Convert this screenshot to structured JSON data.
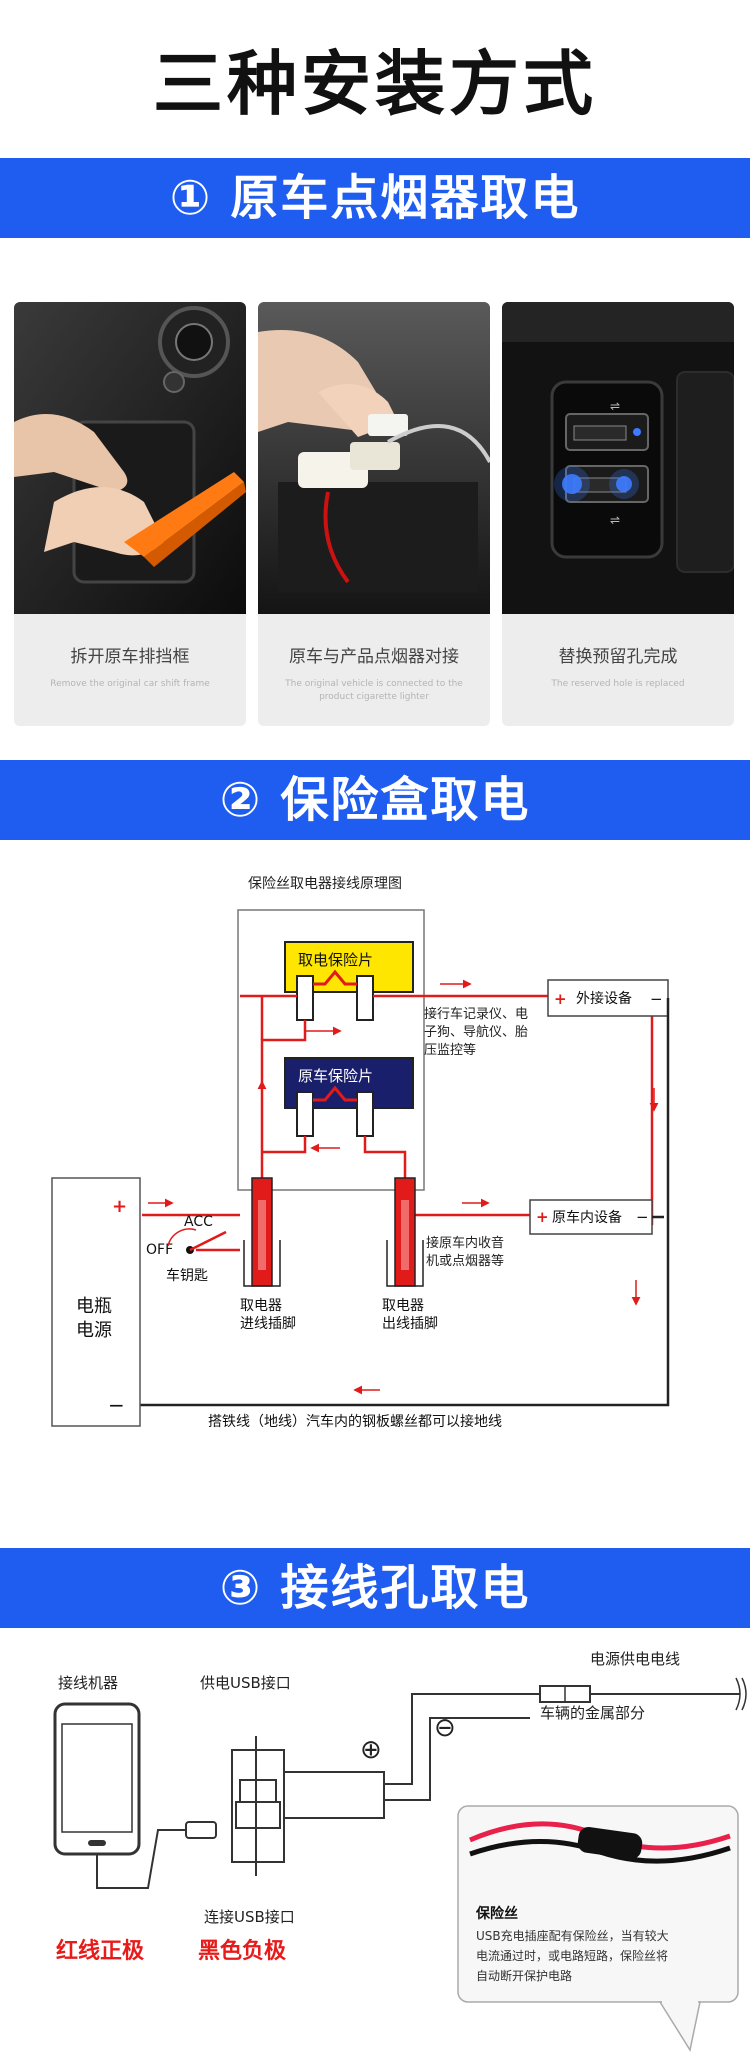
{
  "main_title": "三种安装方式",
  "sections": [
    {
      "num": "①",
      "title": "原车点烟器取电"
    },
    {
      "num": "②",
      "title": "保险盒取电"
    },
    {
      "num": "③",
      "title": "接线孔取电"
    }
  ],
  "steps": [
    {
      "caption": "拆开原车排挡框",
      "caption_en": "Remove the original car shift frame"
    },
    {
      "caption": "原车与产品点烟器对接",
      "caption_en": "The original vehicle is connected to the product cigarette lighter"
    },
    {
      "caption": "替换预留孔完成",
      "caption_en": "The reserved hole is replaced"
    }
  ],
  "fuse_diagram": {
    "title": "保险丝取电器接线原理图",
    "fuse_top": "取电保险片",
    "fuse_bottom": "原车保险片",
    "external_device": "外接设备",
    "external_desc_1": "接行车记录仪、电",
    "external_desc_2": "子狗、导航仪、胎",
    "external_desc_3": "压监控等",
    "internal_device": "原车内设备",
    "internal_desc_1": "接原车内收音",
    "internal_desc_2": "机或点烟器等",
    "acc": "ACC",
    "off": "OFF",
    "key": "车钥匙",
    "battery_1": "电瓶",
    "battery_2": "电源",
    "in_pin_1": "取电器",
    "in_pin_2": "进线插脚",
    "out_pin_1": "取电器",
    "out_pin_2": "出线插脚",
    "ground": "搭铁线（地线）汽车内的钢板螺丝都可以接地线",
    "plus": "+",
    "minus": "−"
  },
  "wiring_diagram": {
    "device": "接线机器",
    "usb_supply": "供电USB接口",
    "usb_connect": "连接USB接口",
    "power_wire": "电源供电电线",
    "metal_part": "车辆的金属部分",
    "red_label": "红线正极",
    "black_label": "黑色负极",
    "fuse_title": "保险丝",
    "fuse_desc_1": "USB充电插座配有保险丝，当有较大",
    "fuse_desc_2": "电流通过时，或电路短路，保险丝将",
    "fuse_desc_3": "自动断开保护电路",
    "plus_symbol": "⊕",
    "minus_symbol": "⊖"
  },
  "colors": {
    "banner": "#1f5cf0",
    "wire_red": "#e11a1a",
    "label_red": "#e81b1b"
  }
}
